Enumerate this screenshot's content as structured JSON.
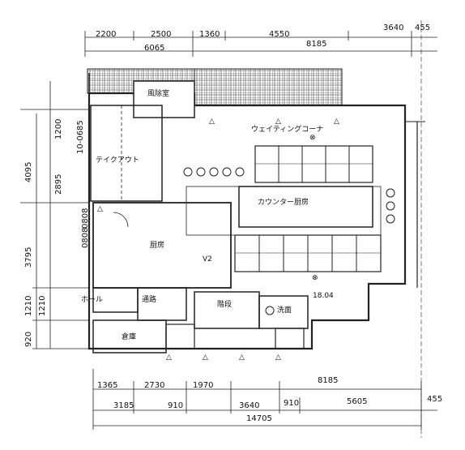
{
  "top_dims": {
    "row1": [
      "2200",
      "2500",
      "1360",
      "4550",
      "3640",
      "455"
    ],
    "row2": [
      "6065",
      "8185"
    ]
  },
  "bottom_dims": {
    "row1": [
      "1365",
      "2730",
      "1970",
      "8185"
    ],
    "row2": [
      "3185",
      "910",
      "3640",
      "910",
      "5605",
      "455"
    ],
    "total": "14705"
  },
  "left_dims": [
    "10-0685",
    "1200",
    "4095",
    "2895",
    "0808",
    "0808",
    "3795",
    "1210",
    "1210",
    "920"
  ],
  "rooms": {
    "kaze_joshitsu": "風除室",
    "waiting_corner": "ウェイティングコーナ",
    "takeout": "テイクアウト",
    "kitchen": "厨房",
    "counter_kitchen": "カウンター厨房",
    "toilet_entry": "ホール",
    "lavatory": "洗面",
    "passage": "通路",
    "storage": "倉庫",
    "stair": "階段",
    "v2": "V2",
    "number": "18.04"
  },
  "symbols": {
    "triangle": "△",
    "cross": "⊗"
  }
}
